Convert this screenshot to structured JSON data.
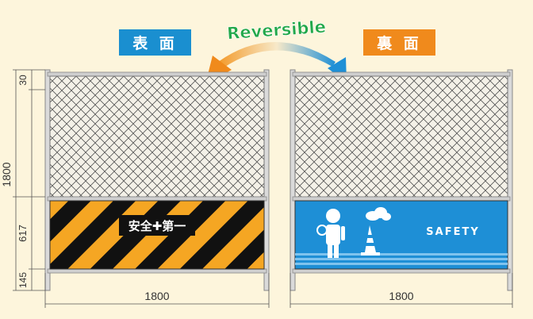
{
  "labels": {
    "front": "表 面",
    "back": "裏 面",
    "reversible": "Reversible"
  },
  "front_panel": {
    "sign_text": "安全✚第一"
  },
  "back_panel": {
    "sign_text": "SAFETY"
  },
  "dimensions": {
    "total_height": "1800",
    "mesh_top_gap": "30",
    "sign_height": "617",
    "bottom_gap": "145",
    "front_width": "1800",
    "back_width": "1800"
  },
  "colors": {
    "background": "#fdf5dc",
    "front_label": "#1a8fd0",
    "back_label": "#f08a1c",
    "stripe_orange": "#f5a623",
    "stripe_black": "#111111",
    "safety_blue": "#1e8fd6",
    "arrow_green": "#22a84a"
  }
}
